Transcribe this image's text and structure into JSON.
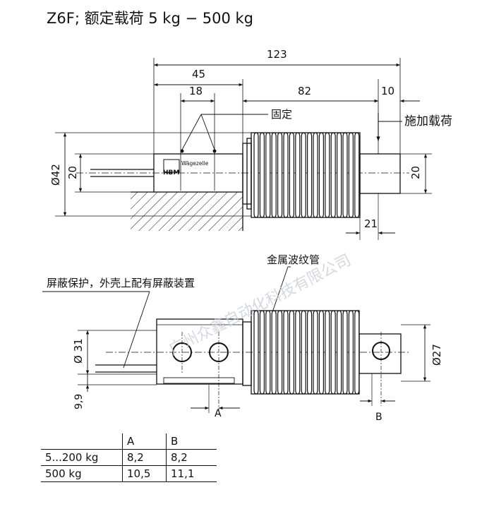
{
  "title": "Z6F; 额定载荷 5 kg − 500 kg",
  "top_view": {
    "dims": {
      "total": "123",
      "d45": "45",
      "d18": "18",
      "d82": "82",
      "d10": "10",
      "d21": "21",
      "dia42": "Ø42",
      "h20_left": "20",
      "h20_right": "20"
    },
    "labels": {
      "fixed": "固定",
      "load": "施加载荷",
      "brand": "Wägezelle",
      "logo": "HBM"
    }
  },
  "bottom_view": {
    "dims": {
      "dia31": "Ø 31",
      "dia27": "Ø27",
      "h99": "9,9",
      "a": "A",
      "b": "B"
    },
    "labels": {
      "bellows": "金属波纹管",
      "shield": "屏蔽保护，外壳上配有屏蔽装置"
    }
  },
  "watermark": "广州众鑫自动化科技有限公司",
  "table": {
    "headers": [
      "",
      "A",
      "B"
    ],
    "rows": [
      [
        "5...200 kg",
        "8,2",
        "8,2"
      ],
      [
        "500 kg",
        "10,5",
        "11,1"
      ]
    ]
  }
}
